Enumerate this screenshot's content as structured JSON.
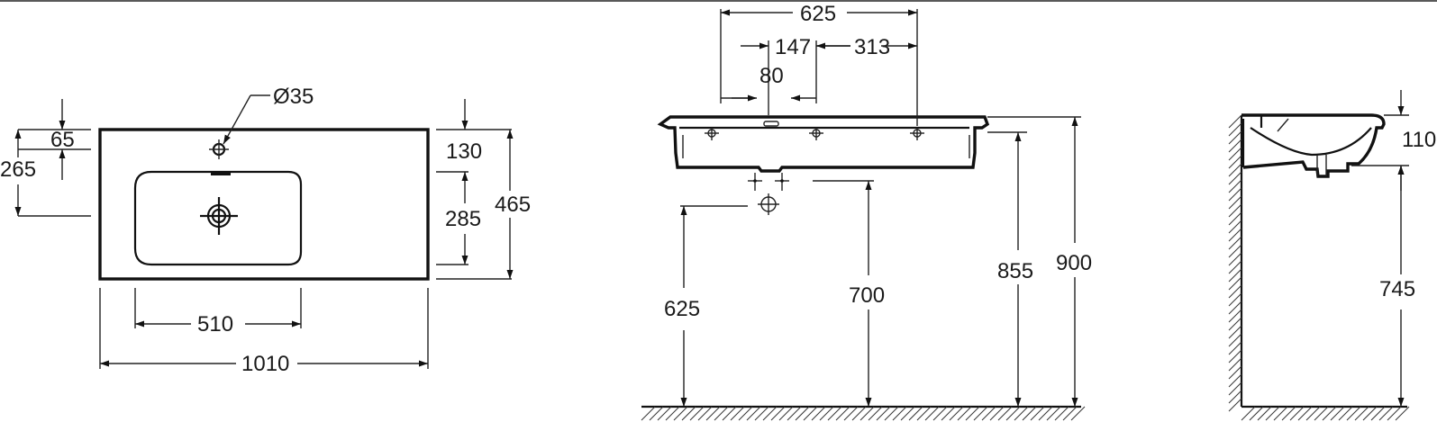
{
  "plan_view": {
    "tap_hole_diameter": "Ø35",
    "tap_hole_offset": "65",
    "drain_from_back": "265",
    "rim_depth": "130",
    "bowl_depth": "285",
    "total_depth": "465",
    "bowl_width": "510",
    "total_width": "1010"
  },
  "front_view": {
    "width_625": "625",
    "dim_147": "147",
    "dim_313": "313",
    "dim_80": "80",
    "height_625": "625",
    "height_700": "700",
    "height_855": "855",
    "height_900": "900"
  },
  "side_view": {
    "thickness": "110",
    "height_745": "745"
  }
}
